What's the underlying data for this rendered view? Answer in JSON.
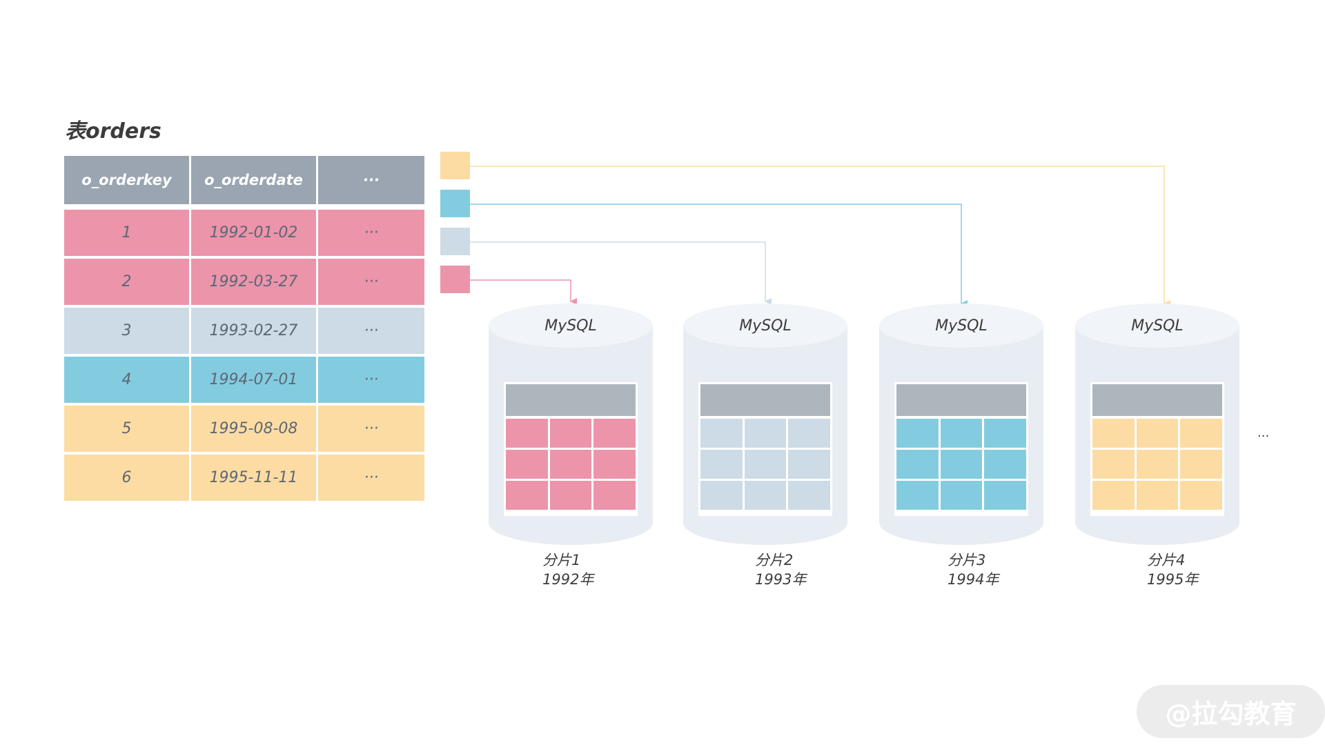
{
  "title": "表orders",
  "table": {
    "headers": [
      "o_orderkey",
      "o_orderdate",
      "···"
    ],
    "header_color": "#9aa5b1",
    "rows": [
      {
        "key": "1",
        "date": "1992-01-02",
        "more": "···",
        "color": "#eb94aa"
      },
      {
        "key": "2",
        "date": "1992-03-27",
        "more": "···",
        "color": "#eb94aa"
      },
      {
        "key": "3",
        "date": "1993-02-27",
        "more": "···",
        "color": "#ccdbe5"
      },
      {
        "key": "4",
        "date": "1994-07-01",
        "more": "···",
        "color": "#83cce0"
      },
      {
        "key": "5",
        "date": "1995-08-08",
        "more": "···",
        "color": "#fcdca3"
      },
      {
        "key": "6",
        "date": "1995-11-11",
        "more": "···",
        "color": "#fcdca3"
      }
    ]
  },
  "legend_colors": [
    "#fcdca3",
    "#83cce0",
    "#ccdbe5",
    "#eb94aa"
  ],
  "shards": [
    {
      "db": "MySQL",
      "label": "分片1",
      "year": "1992年",
      "color": "#eb94aa"
    },
    {
      "db": "MySQL",
      "label": "分片2",
      "year": "1993年",
      "color": "#ccdbe5"
    },
    {
      "db": "MySQL",
      "label": "分片3",
      "year": "1994年",
      "color": "#83cce0"
    },
    {
      "db": "MySQL",
      "label": "分片4",
      "year": "1995年",
      "color": "#fcdca3"
    }
  ],
  "cylinder_color": "#e8edf3",
  "trailing": "···",
  "watermark": "@拉勾教育"
}
